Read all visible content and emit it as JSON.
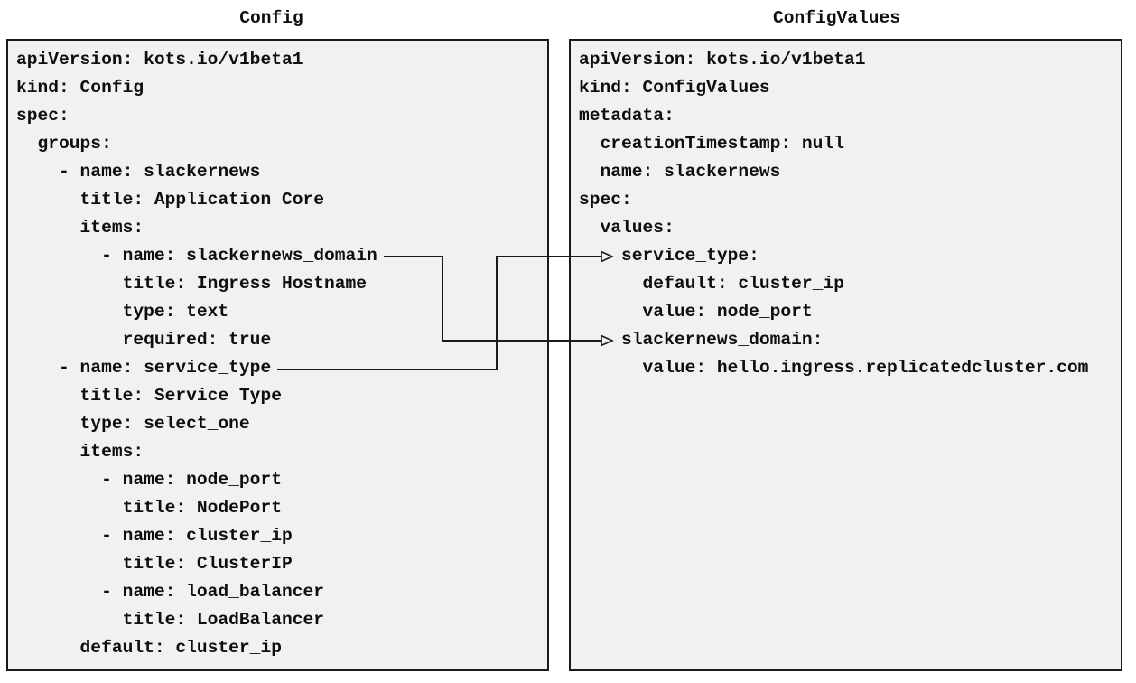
{
  "diagram": {
    "left_panel": {
      "title": "Config",
      "code_lines": [
        "apiVersion: kots.io/v1beta1",
        "kind: Config",
        "spec:",
        "  groups:",
        "    - name: slackernews",
        "      title: Application Core",
        "      items:",
        "        - name: slackernews_domain",
        "          title: Ingress Hostname",
        "          type: text",
        "          required: true",
        "    - name: service_type",
        "      title: Service Type",
        "      type: select_one",
        "      items:",
        "        - name: node_port",
        "          title: NodePort",
        "        - name: cluster_ip",
        "          title: ClusterIP",
        "        - name: load_balancer",
        "          title: LoadBalancer",
        "      default: cluster_ip"
      ]
    },
    "right_panel": {
      "title": "ConfigValues",
      "code_lines": [
        "apiVersion: kots.io/v1beta1",
        "kind: ConfigValues",
        "metadata:",
        "  creationTimestamp: null",
        "  name: slackernews",
        "spec:",
        "  values:",
        "    service_type:",
        "      default: cluster_ip",
        "      value: node_port",
        "    slackernews_domain:",
        "      value: hello.ingress.replicatedcluster.com"
      ]
    },
    "arrows": [
      {
        "from": "Config item name: slackernews_domain",
        "to": "ConfigValues key slackernews_domain"
      },
      {
        "from": "Config item name: service_type",
        "to": "ConfigValues key service_type"
      }
    ],
    "colors": {
      "page_background": "#ffffff",
      "panel_background": "#f1f1f1",
      "panel_border": "#1a1a1a",
      "text": "#0e0e0e",
      "arrow": "#1a1a1a"
    }
  }
}
